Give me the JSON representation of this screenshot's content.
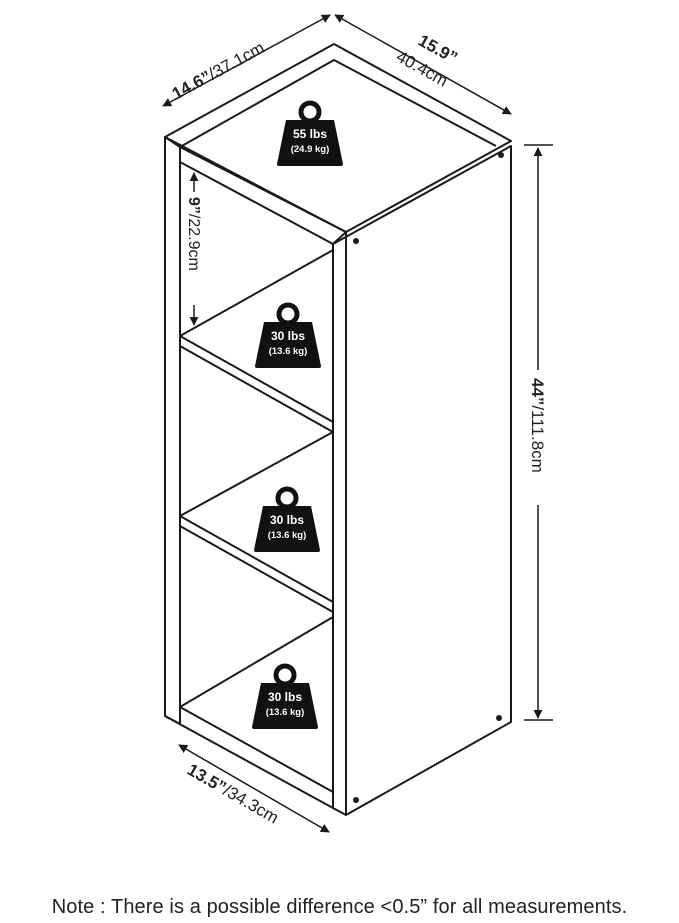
{
  "dimensions": {
    "depth_top": {
      "inches": "14.6”",
      "metric": "/37.1cm"
    },
    "width_top": {
      "inches": "15.9”",
      "metric": "40.4cm"
    },
    "height": {
      "inches": "44”",
      "metric": "/111.8cm"
    },
    "cube_height": {
      "inches": "9”",
      "metric": "/22.9cm"
    },
    "depth_bottom": {
      "inches": "13.5”",
      "metric": "/34.3cm"
    }
  },
  "weights": [
    {
      "label": "55 lbs",
      "sub": "(24.9 kg)"
    },
    {
      "label": "30 lbs",
      "sub": "(13.6 kg)"
    },
    {
      "label": "30 lbs",
      "sub": "(13.6 kg)"
    },
    {
      "label": "30 lbs",
      "sub": "(13.6 kg)"
    }
  ],
  "note": "Note : There is a possible difference <0.5” for all measurements.",
  "colors": {
    "line": "#1a1a1a",
    "weight_fill": "#111111"
  }
}
